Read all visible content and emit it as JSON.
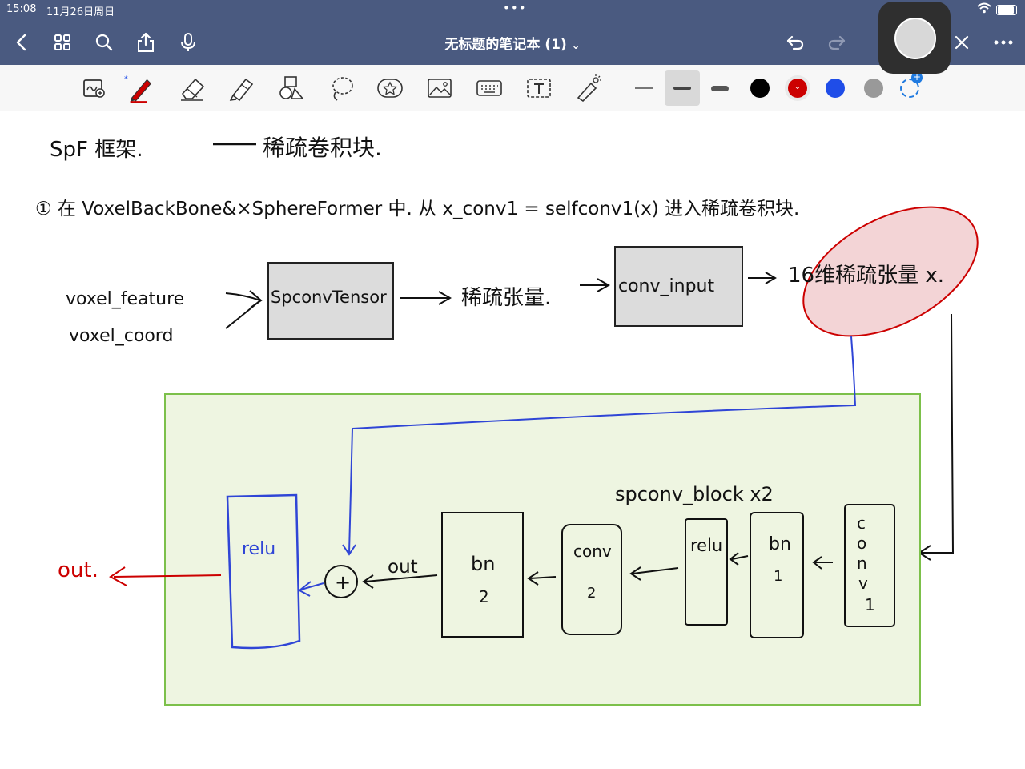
{
  "status": {
    "time": "15:08",
    "date": "11月26日周日"
  },
  "nav": {
    "title": "无标题的笔记本 (1)",
    "title_chevron": "⌄"
  },
  "toolbar": {
    "tools": [
      "zoom-window",
      "pen",
      "eraser",
      "highlighter",
      "shapes",
      "lasso",
      "elements",
      "image",
      "keyboard",
      "text",
      "laser-pointer"
    ],
    "colors": [
      "#000000",
      "#cc0000",
      "#1f4de8",
      "#999999"
    ],
    "selected_color": "#cc0000"
  },
  "colors": {
    "nav_bg": "#4a5a80",
    "green_box_fill": "#eef5e1",
    "green_box_stroke": "#7cc04a",
    "ink_blue": "#2f45d6",
    "ink_red": "#cc0000",
    "gray_box_fill": "#dcdcdc"
  },
  "note": {
    "line1": "SpF 框架.",
    "line1_right": "稀疏卷积块.",
    "line2": "① 在 VoxelBackBone&×SphereFormer 中. 从 x_conv1 = selfconv1(x) 进入稀疏卷积块.",
    "voxel_feature": "voxel_feature",
    "voxel_coord": "voxel_coord",
    "spconv_tensor": "SpconvTensor",
    "sparse_tensor": "稀疏张量.",
    "conv_input": "conv_input",
    "sparse16": "16维稀疏张量 x.",
    "block_label": "spconv_block x2",
    "relu_blue": "relu",
    "plus": "+",
    "out_mid": "out",
    "bn2_top": "bn",
    "bn2_num": "2",
    "conv2_top": "conv",
    "conv2_num": "2",
    "relu_box": "relu",
    "bn1_top": "bn",
    "bn1_num": "1",
    "conv1_letters": [
      "c",
      "o",
      "n",
      "v"
    ],
    "conv1_num": "1",
    "out_red": "out."
  }
}
